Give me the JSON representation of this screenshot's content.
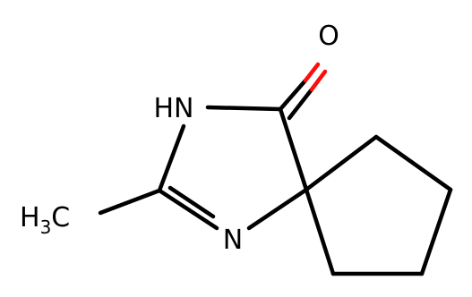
{
  "molecule": {
    "atoms": {
      "oxygen": {
        "label": "O",
        "color": "#ff0d0d"
      },
      "nh": {
        "label": "HN",
        "color": "#3050f8"
      },
      "n": {
        "label": "N",
        "color": "#3050f8"
      },
      "methyl": {
        "label": "H",
        "subscript": "3",
        "suffix": "C",
        "color": "#000000"
      }
    }
  }
}
